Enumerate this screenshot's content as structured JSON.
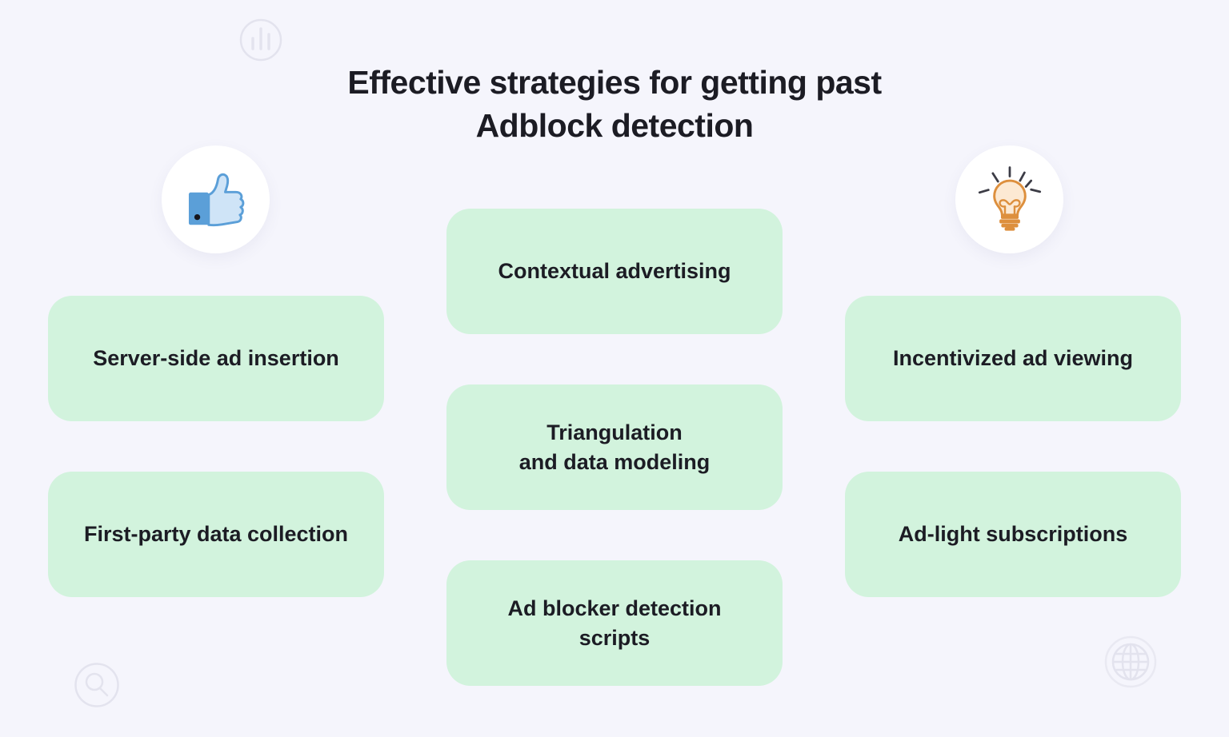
{
  "title": {
    "line1": "Effective strategies for getting past",
    "line2": "Adblock detection"
  },
  "cards": [
    {
      "label": "Server-side ad insertion",
      "column": "left"
    },
    {
      "label": "First-party data collection",
      "column": "left"
    },
    {
      "label": "Contextual advertising",
      "column": "middle"
    },
    {
      "label": "Triangulation\nand data modeling",
      "column": "middle"
    },
    {
      "label": "Ad blocker detection\nscripts",
      "column": "middle"
    },
    {
      "label": "Incentivized ad viewing",
      "column": "right"
    },
    {
      "label": "Ad-light subscriptions",
      "column": "right"
    }
  ],
  "icons": {
    "badge_left": "thumbs-up-icon",
    "badge_right": "lightbulb-icon",
    "decorative": [
      "bar-chart-icon",
      "search-icon",
      "globe-icon"
    ]
  },
  "colors": {
    "background": "#f5f5fc",
    "card_background": "#d2f3dd",
    "text": "#1c1c24",
    "badge_background": "#ffffff",
    "thumb_blue": "#5b9fd8",
    "thumb_light_blue": "#cfe4f7",
    "bulb_orange": "#dd8f3d",
    "bulb_glass": "#fce9d3",
    "ray_dark": "#3c3c46",
    "faint_icon": "#e3e3ee"
  }
}
